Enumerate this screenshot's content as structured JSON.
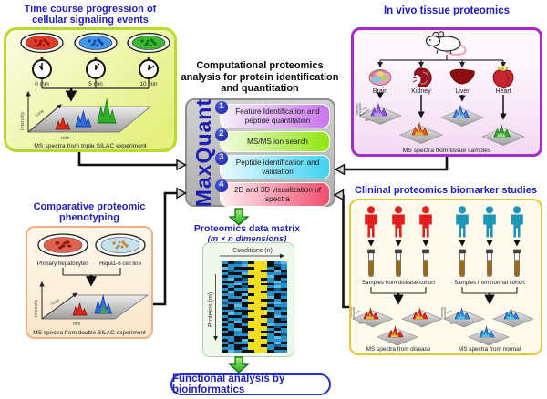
{
  "axis": {
    "intensity": "Intensity",
    "time": "Time",
    "mz": "m/z"
  },
  "panels": {
    "time_course": {
      "title1": "Time course progression of",
      "title2": "cellular signaling events",
      "times": [
        "0 min",
        "5 min",
        "10 min"
      ],
      "caption": "MS spectra from triple SILAC experiment"
    },
    "in_vivo": {
      "title": "In vivo tissue proteomics",
      "organs": [
        {
          "label": "Brain"
        },
        {
          "label": "Kidney"
        },
        {
          "label": "Liver"
        },
        {
          "label": "Heart"
        }
      ],
      "caption": "MS spectra from tissue samples"
    },
    "comparative": {
      "title1": "Comparative proteomic",
      "title2": "phenotyping",
      "dish_labels": [
        "Primary hepatocytes",
        "Hepa1-6 cell line"
      ],
      "caption": "MS spectra from double SILAC experiment"
    },
    "clinical": {
      "title": "Clininal proteomics biomarker studies",
      "disease_label": "Samples from disease cohort",
      "normal_label": "Samples from normal cohort",
      "disease_caption": "MS spectra from disease",
      "normal_caption": "MS spectra from normal"
    }
  },
  "center": {
    "title1": "Computational proteomics",
    "title2": "analysis for protein identification",
    "title3": "and quantitation",
    "brand": "MaxQuant",
    "steps": [
      {
        "num": "1",
        "label": "Feature Identification and peptide quantitation",
        "color": "#cb74ee"
      },
      {
        "num": "2",
        "label": "MS/MS ion search",
        "color": "#8fe60e"
      },
      {
        "num": "3",
        "label": "Peptide identification and validation",
        "color": "#3ed2f0"
      },
      {
        "num": "4",
        "label": "2D and 3D visualization of spectra",
        "color": "#f04e6e"
      }
    ]
  },
  "matrix": {
    "title1": "Proteomics data matrix",
    "title2": "(m × n dimensions)",
    "cols_label": "Conditions (n)",
    "rows_label": "Proteins (m)",
    "palette": {
      "b": "#2591cc",
      "k": "#101010",
      "y": "#f2de1e",
      "c": "#5fb9e0",
      "d": "#0d5d92"
    },
    "rows": [
      "bkdbkyykbc",
      "kbbcyyykdb",
      "cbkkkyybkb",
      "kdbbyykkck",
      "bkkcyyybbd",
      "kbbkkyyckk",
      "bckdyykbkb",
      "kkbbyyybcd",
      "bbckyykkbb",
      "kbkdkyybcb",
      "bkbbyyykdk",
      "kckkyykbbb",
      "bbkckyybkd",
      "kbbkyyyckb",
      "bkkcyykkbk",
      "dbbkkyybcb",
      "bkckyyykbb",
      "kkbbyykbkd",
      "bbkkkyycbb",
      "kcbkyyykbk",
      "bkkbyykkcb",
      "kbbkkyybkd",
      "bkckyyybkk",
      "kbkbyykcbb",
      "bbkkyyykdk",
      "kbckkyybkb",
      "bkbkyykkcb",
      "kkbbyyybkd",
      "bbkkyykbcb",
      "kbkckyybbb",
      "bkbbyyykck",
      "kbkkyykbdb",
      "bbkbyyybkk",
      "kcbkkyykbb"
    ]
  },
  "output": {
    "label": "Functional analysis by bioinformatics"
  },
  "colors": {
    "title_blue": "#1e1eb4",
    "maxquant_blue": "#1b1bb5",
    "disease_red": "#e31e1e",
    "normal_teal": "#1f96b4",
    "silac_red": "#e02818",
    "silac_blue": "#2f6ee0",
    "silac_green": "#2fae25",
    "brain_purple": "#8a55d8",
    "kidney_orange": "#d86010",
    "liver_blue": "#3f80e0",
    "heart_green": "#2fa830"
  }
}
